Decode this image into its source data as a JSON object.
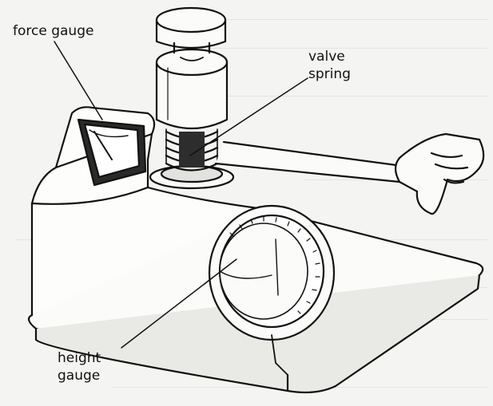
{
  "labels": {
    "force_gauge": "force gauge",
    "valve_spring_line1": "valve",
    "valve_spring_line2": "spring",
    "height_gauge_line1": "height",
    "height_gauge_line2": "gauge"
  },
  "colors": {
    "ink": "#111111",
    "paper": "#f4f4f2",
    "bleed_text": "#d9d9d6"
  }
}
